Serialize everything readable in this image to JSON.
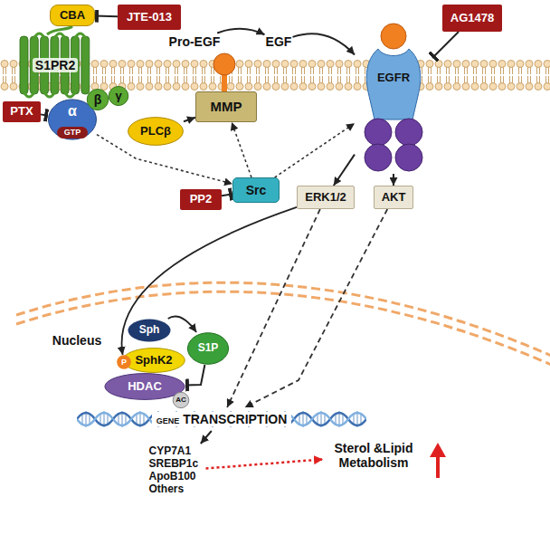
{
  "diagram": {
    "nodes": [
      {
        "text": [
          "CBA"
        ]
      },
      {
        "text": [
          "JTE-013"
        ]
      },
      {
        "text": [
          "Pro-EGF"
        ]
      },
      {
        "text": [
          "EGF"
        ]
      },
      {
        "text": [
          "AG1478"
        ]
      },
      {
        "text": [
          "S1PR2"
        ]
      },
      {
        "text": [
          "PTX"
        ]
      },
      {
        "text": [
          "α"
        ]
      },
      {
        "text": [
          "GTP"
        ],
        "in": 7
      },
      {
        "text": [
          "β"
        ]
      },
      {
        "text": [
          "γ"
        ]
      },
      {
        "text": [
          "PLCβ"
        ]
      },
      {
        "text": [
          "MMP"
        ]
      },
      {
        "text": [
          "EGFR"
        ]
      },
      {
        "text": [
          "PP2"
        ]
      },
      {
        "text": [
          "Src"
        ]
      },
      {
        "text": [
          "ERK1/2"
        ]
      },
      {
        "text": [
          "AKT"
        ]
      },
      {
        "text": [
          "Sph"
        ]
      },
      {
        "text": [
          "P"
        ]
      },
      {
        "text": [
          "SphK2"
        ]
      },
      {
        "text": [
          "S1P"
        ]
      },
      {
        "text": [
          "HDAC"
        ]
      },
      {
        "text": [
          "AC"
        ]
      },
      {
        "text": [
          "GENE",
          "TRANSCRIPTION"
        ]
      },
      {
        "text": [
          "CYP7A1",
          "SREBP1c",
          "ApoB100",
          "Others"
        ]
      },
      {
        "text": [
          "Sterol &Lipid Metabolism"
        ]
      }
    ],
    "edges": [
      {
        "from": 1,
        "to": 0,
        "arrow": "to"
      },
      {
        "from": 6,
        "to": 7,
        "arrow": "to"
      },
      {
        "from": 7,
        "to": 15,
        "arrow": "to"
      },
      {
        "from": 11,
        "to": 12,
        "arrow": "to"
      },
      {
        "from": 15,
        "to": 12,
        "arrow": "to"
      },
      {
        "from": 15,
        "to": 13,
        "arrow": "to"
      },
      {
        "from": 2,
        "to": 3,
        "arrow": "to"
      },
      {
        "from": 3,
        "to": 13,
        "arrow": "to"
      },
      {
        "from": 4,
        "to": 13,
        "arrow": "to"
      },
      {
        "from": 14,
        "to": 15,
        "arrow": "to"
      },
      {
        "from": 13,
        "to": 16,
        "arrow": "to"
      },
      {
        "from": 13,
        "to": 17,
        "arrow": "to"
      },
      {
        "from": 16,
        "to": 19,
        "arrow": "to"
      },
      {
        "from": 18,
        "to": 21,
        "arrow": "to"
      },
      {
        "from": 21,
        "to": 22,
        "arrow": "to"
      },
      {
        "from": 16,
        "to": 24,
        "arrow": "to"
      },
      {
        "from": 17,
        "to": 24,
        "arrow": "to"
      },
      {
        "from": 24,
        "to": 25,
        "arrow": "to"
      },
      {
        "from": 25,
        "to": 26,
        "arrow": "to"
      }
    ],
    "labels": [
      "Nucleus"
    ]
  }
}
